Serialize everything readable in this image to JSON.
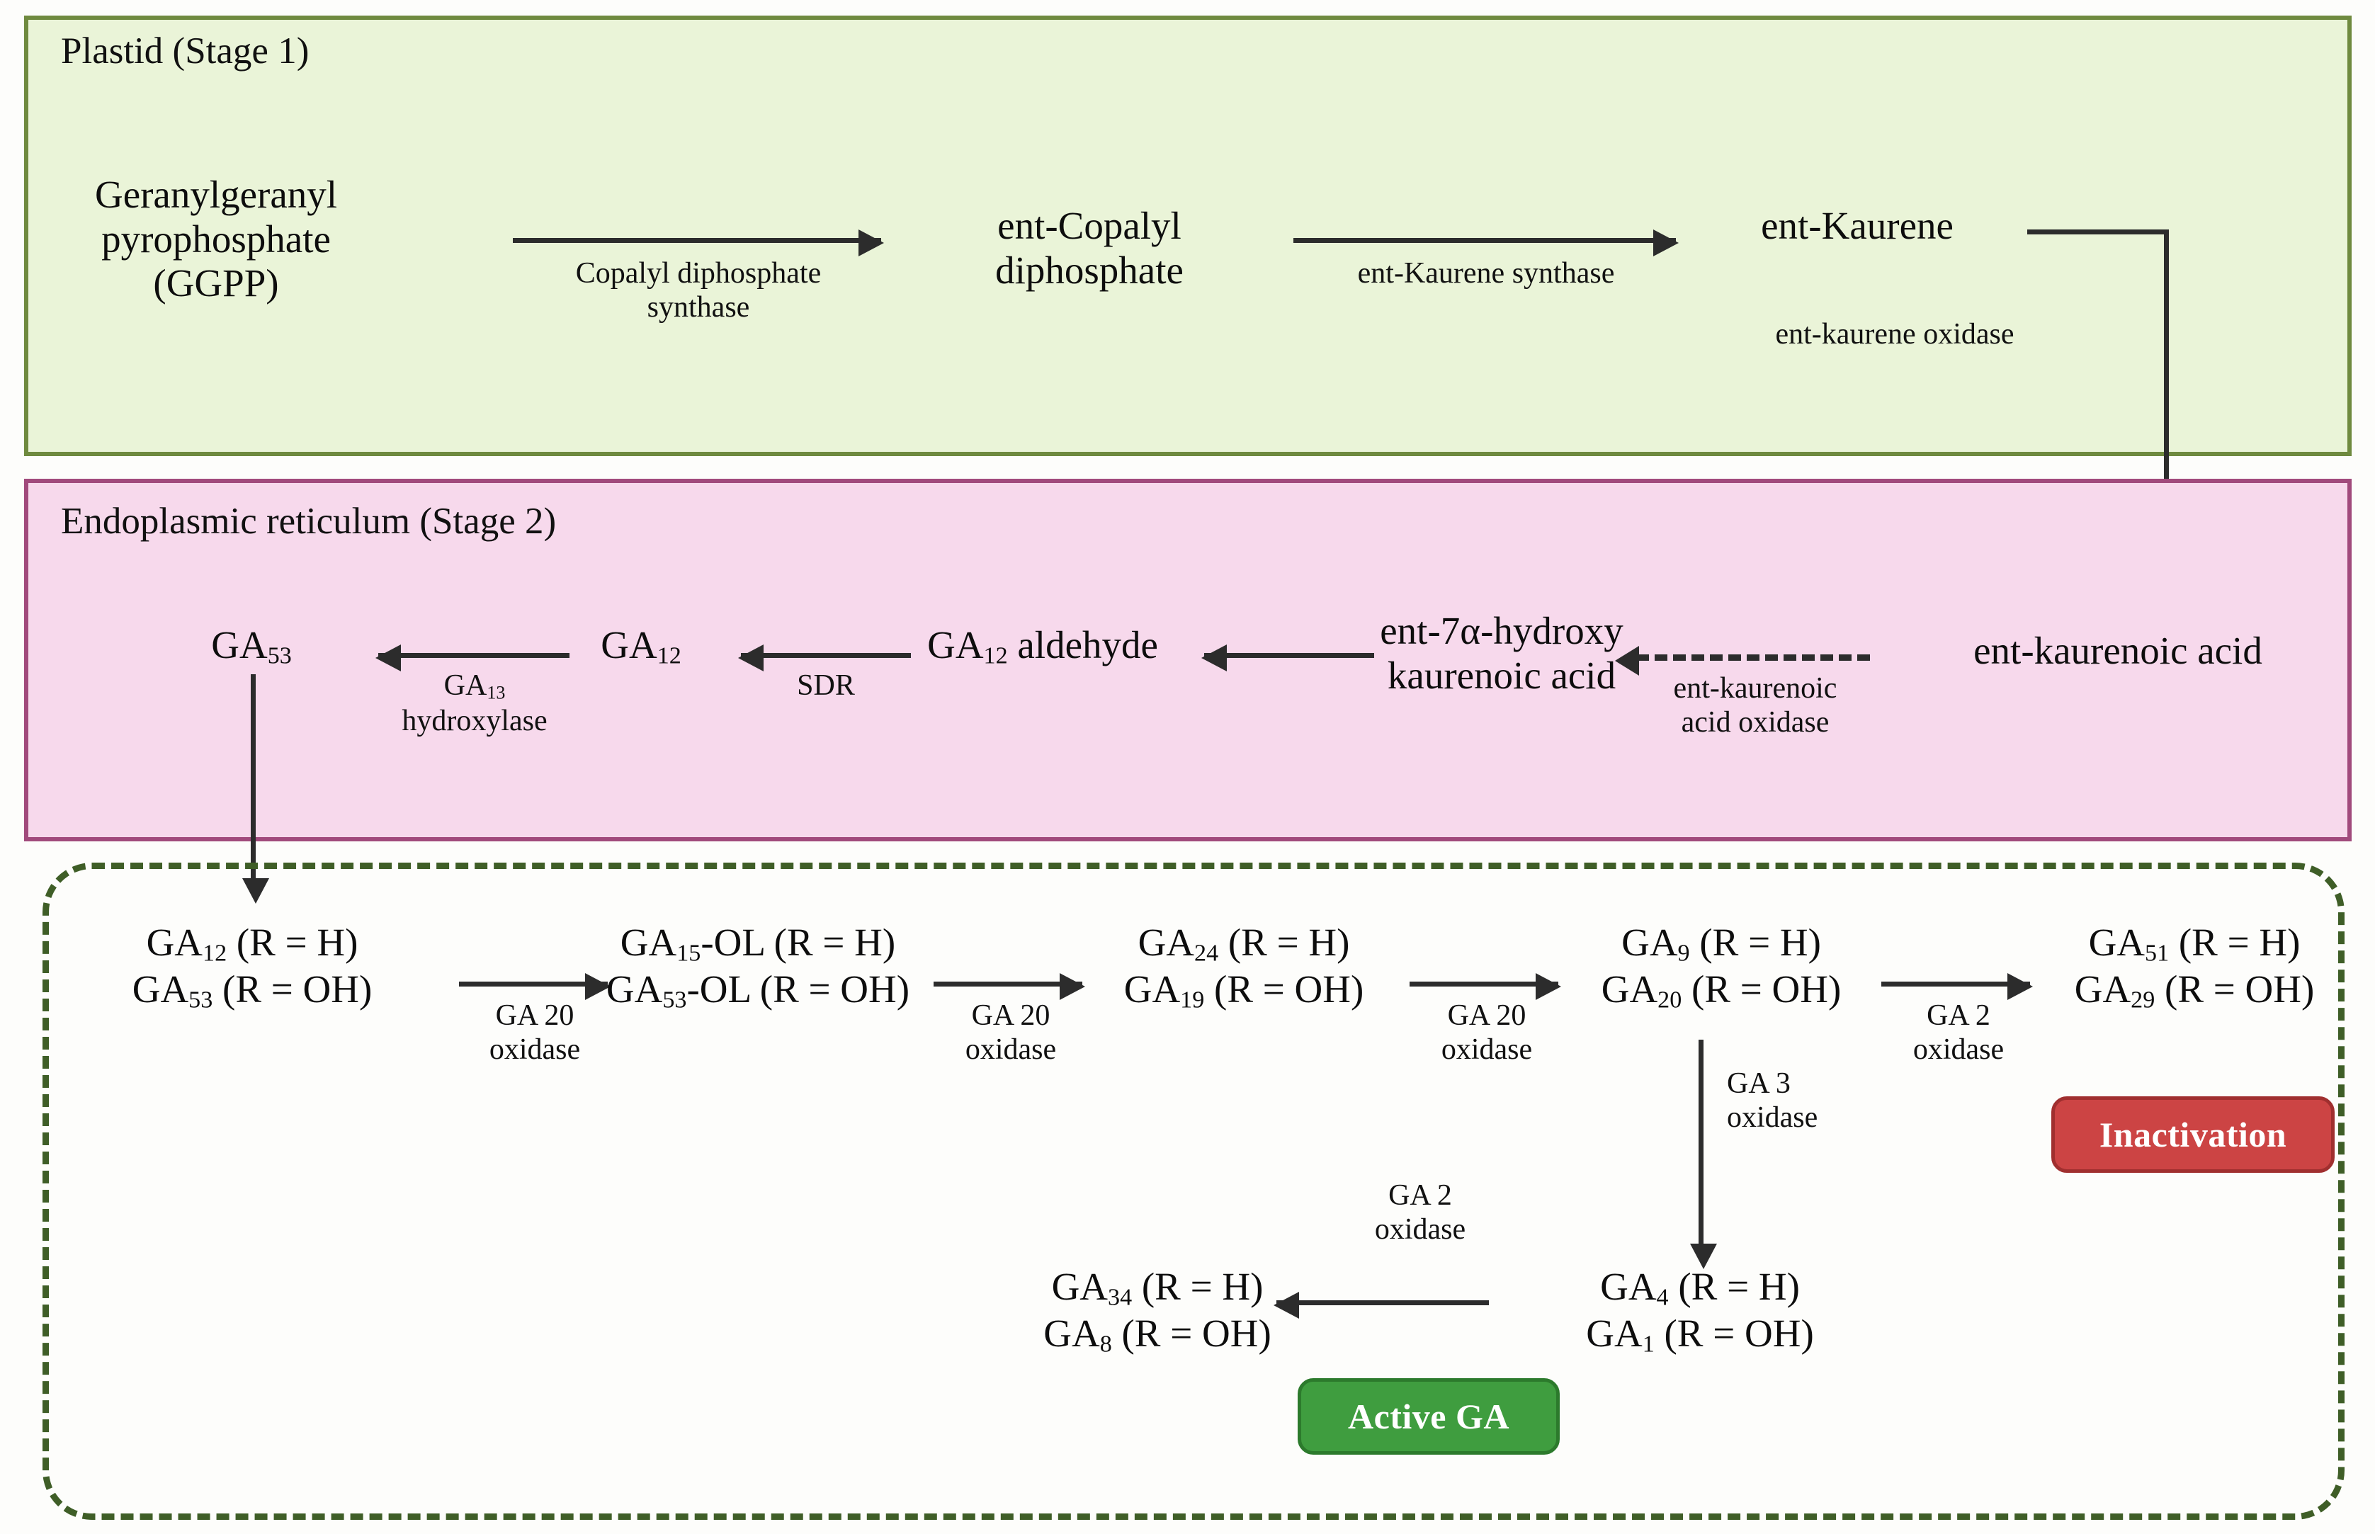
{
  "diagram": {
    "title": "Gibberellin biosynthesis pathway",
    "colors": {
      "plastid_fill": "#EAF4D8",
      "plastid_border": "#6F8A3F",
      "er_fill": "#F7D9EC",
      "er_border": "#A14A7C",
      "cytosol_border": "#3F5E27",
      "inactivation": "#CC4444",
      "active": "#3F9D3F",
      "arrow": "#2C2C2C"
    }
  },
  "stage1": {
    "title": "Plastid (Stage 1)",
    "nodes": {
      "ggpp": {
        "l1": "Geranylgeranyl",
        "l2": "pyrophosphate",
        "l3": "(GGPP)"
      },
      "cdp": {
        "l1": "ent-Copalyl",
        "l2": "diphosphate"
      },
      "kaurene": {
        "l1": "ent-Kaurene"
      }
    },
    "enzymes": {
      "cps": {
        "l1": "Copalyl diphosphate",
        "l2": "synthase"
      },
      "ks": {
        "l1": "ent-Kaurene synthase"
      },
      "ko": {
        "l1": "ent-kaurene oxidase"
      }
    }
  },
  "stage2": {
    "title": "Endoplasmic reticulum  (Stage 2)",
    "nodes": {
      "ga53": {
        "html": "GA<sub>53</sub>"
      },
      "ga12": {
        "html": "GA<sub>12</sub>"
      },
      "ga12ald": {
        "html": "GA<sub>12</sub> aldehyde"
      },
      "hydroxy_ka": {
        "l1": "ent-7α-hydroxy",
        "l2": "kaurenoic acid"
      },
      "kaurenoic": {
        "l1": "ent-kaurenoic acid"
      }
    },
    "enzymes": {
      "ga13ox": {
        "html": "GA<sub>13</sub>",
        "l2": "hydroxylase"
      },
      "sdr": {
        "l1": "SDR"
      },
      "kao": {
        "l1": "ent-kaurenoic",
        "l2": "acid oxidase"
      }
    }
  },
  "stage3": {
    "nodes": {
      "n1": {
        "html1": "GA<sub>12</sub> (R = H)",
        "html2": "GA<sub>53</sub> (R = OH)"
      },
      "n2": {
        "html1": "GA<sub>15</sub>-OL (R = H)",
        "html2": "GA<sub>53</sub>-OL (R = OH)"
      },
      "n3": {
        "html1": "GA<sub>24</sub> (R = H)",
        "html2": "GA<sub>19</sub> (R = OH)"
      },
      "n4": {
        "html1": "GA<sub>9</sub> (R = H)",
        "html2": "GA<sub>20</sub> (R = OH)"
      },
      "n5": {
        "html1": "GA<sub>51</sub> (R = H)",
        "html2": "GA<sub>29</sub> (R = OH)"
      },
      "n6": {
        "html1": "GA<sub>4</sub> (R = H)",
        "html2": "GA<sub>1</sub> (R = OH)"
      },
      "n7": {
        "html1": "GA<sub>34</sub> (R = H)",
        "html2": "GA<sub>8</sub> (R = OH)"
      }
    },
    "enzymes": {
      "e1": {
        "l1": "GA 20",
        "l2": "oxidase"
      },
      "e2": {
        "l1": "GA 20",
        "l2": "oxidase"
      },
      "e3": {
        "l1": "GA 20",
        "l2": "oxidase"
      },
      "e4": {
        "l1": "GA 2",
        "l2": "oxidase"
      },
      "e5": {
        "l1": "GA 3",
        "l2": "oxidase"
      },
      "e6": {
        "l1": "GA 2",
        "l2": "oxidase"
      }
    },
    "badges": {
      "inactivation": "Inactivation",
      "active_ga": "Active GA"
    }
  }
}
